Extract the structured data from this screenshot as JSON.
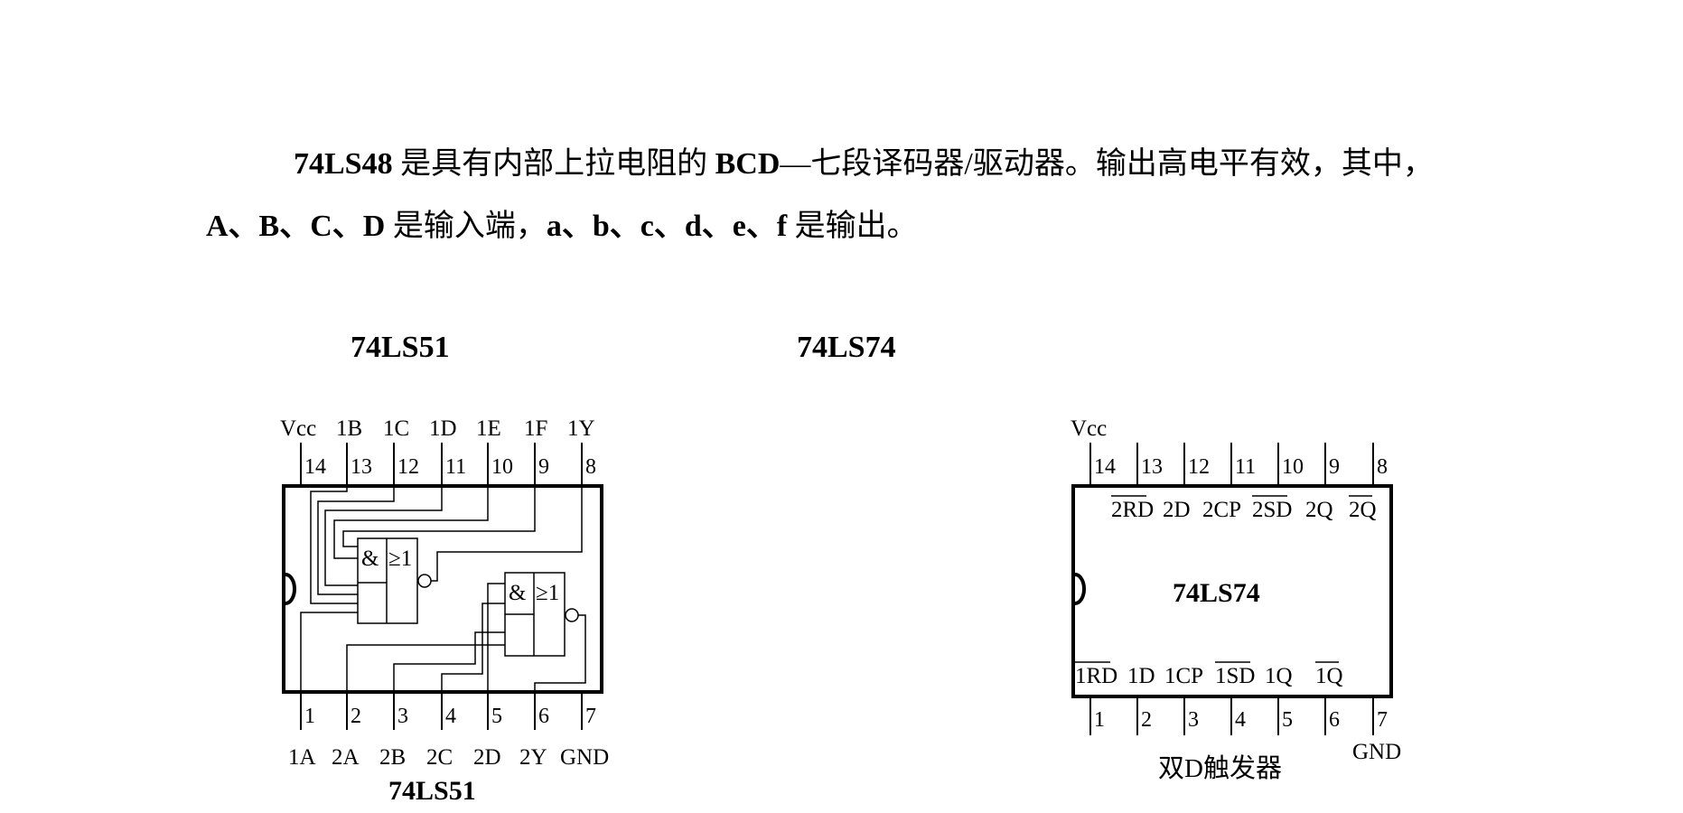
{
  "paragraph": {
    "line1": [
      {
        "text": "74LS48",
        "bold": true
      },
      {
        "text": " 是具有内部上拉电阻的 ",
        "bold": false
      },
      {
        "text": "BCD",
        "bold": true
      },
      {
        "text": "—七段译码器/驱动器。输出高电平有效，其中，",
        "bold": false
      }
    ],
    "line2": [
      {
        "text": "A、B、C、D",
        "bold": true
      },
      {
        "text": " 是输入端，",
        "bold": false
      },
      {
        "text": "a、b、c、d、e、f",
        "bold": true
      },
      {
        "text": " 是输出。",
        "bold": false
      }
    ]
  },
  "titles": {
    "left": "74LS51",
    "right": "74LS74"
  },
  "ic_74ls51": {
    "top_labels": [
      "Vcc",
      "1B",
      "1C",
      "1D",
      "1E",
      "1F",
      "1Y"
    ],
    "top_pins": [
      "14",
      "13",
      "12",
      "11",
      "10",
      "9",
      "8"
    ],
    "bottom_pins": [
      "1",
      "2",
      "3",
      "4",
      "5",
      "6",
      "7"
    ],
    "bottom_labels": [
      "1A",
      "2A",
      "2B",
      "2C",
      "2D",
      "2Y",
      "GND"
    ],
    "gate_and": "&",
    "gate_or": "≥1",
    "caption": "74LS51"
  },
  "ic_74ls74": {
    "top_labels": [
      "Vcc"
    ],
    "top_pins": [
      "14",
      "13",
      "12",
      "11",
      "10",
      "9",
      "8"
    ],
    "inner_top": [
      "2RD",
      "2D",
      "2CP",
      "2SD",
      "2Q",
      "2Q"
    ],
    "inner_center": "74LS74",
    "inner_bottom": [
      "1RD",
      "1D",
      "1CP",
      "1SD",
      "1Q",
      "1Q"
    ],
    "bottom_pins": [
      "1",
      "2",
      "3",
      "4",
      "5",
      "6",
      "7"
    ],
    "bottom_gnd": "GND",
    "caption": "双D触发器"
  }
}
